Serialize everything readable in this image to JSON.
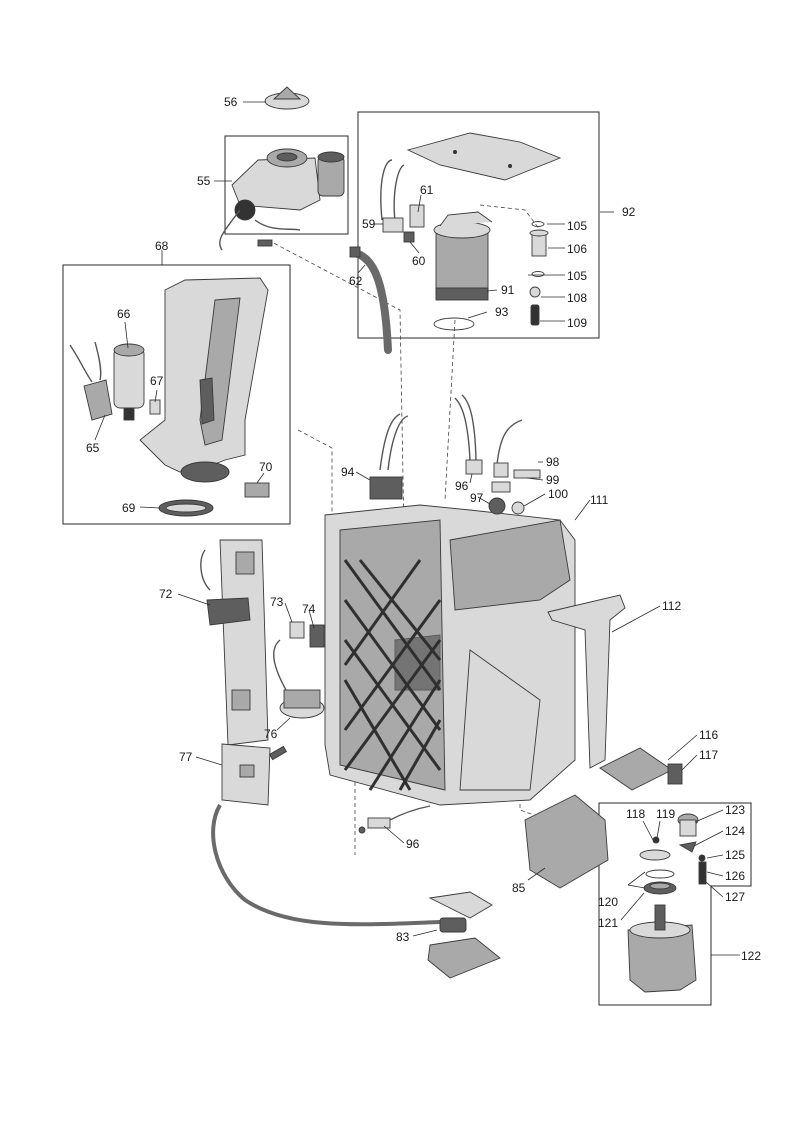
{
  "callouts": {
    "c56": "56",
    "c55": "55",
    "c92": "92",
    "c61": "61",
    "c59": "59",
    "c60": "60",
    "c105a": "105",
    "c106": "106",
    "c105b": "105",
    "c108": "108",
    "c109": "109",
    "c62": "62",
    "c91": "91",
    "c93": "93",
    "c68": "68",
    "c66": "66",
    "c67": "67",
    "c65": "65",
    "c70": "70",
    "c69": "69",
    "c94": "94",
    "c98": "98",
    "c99": "99",
    "c96a": "96",
    "c97": "97",
    "c100": "100",
    "c111": "111",
    "c72": "72",
    "c73": "73",
    "c74": "74",
    "c112": "112",
    "c76": "76",
    "c77": "77",
    "c116": "116",
    "c117": "117",
    "c118": "118",
    "c119": "119",
    "c123": "123",
    "c124": "124",
    "c125": "125",
    "c126": "126",
    "c127": "127",
    "c96b": "96",
    "c85": "85",
    "c120": "120",
    "c121": "121",
    "c83": "83",
    "c122": "122"
  },
  "colors": {
    "light": "#d9d9d9",
    "mid": "#a9a9a9",
    "dark": "#5e5e5e",
    "line": "#2a2a2a"
  }
}
